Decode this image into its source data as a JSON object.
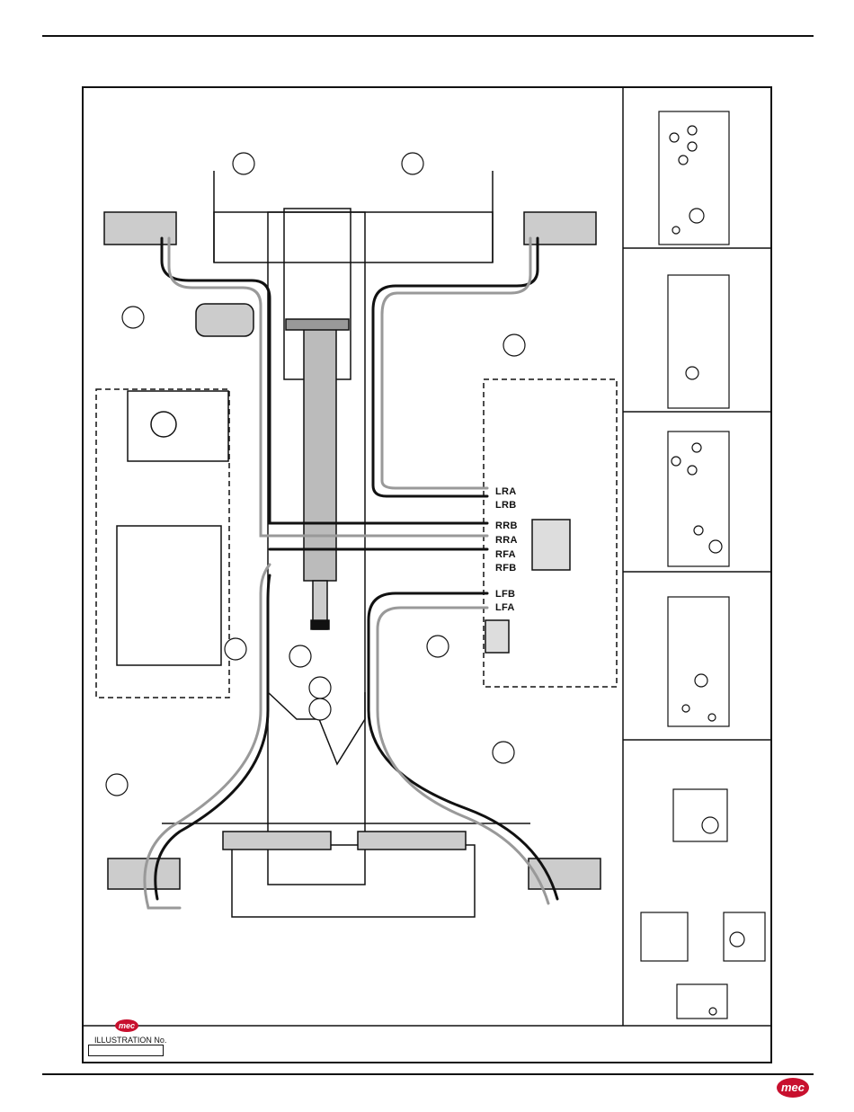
{
  "brand": {
    "logo_text": "mec",
    "color": "#c8102e"
  },
  "title_block": {
    "illustration_label": "ILLUSTRATION No.",
    "illustration_number": ""
  },
  "hose_labels": [
    "LRA",
    "LRB",
    "RRB",
    "RRA",
    "RFA",
    "RFB",
    "LFB",
    "LFA"
  ],
  "icons": [
    "mec-logo-icon",
    "callout-circle-icon",
    "hydraulic-valve-block-icon",
    "steering-cylinder-icon",
    "wheel-motor-icon"
  ]
}
